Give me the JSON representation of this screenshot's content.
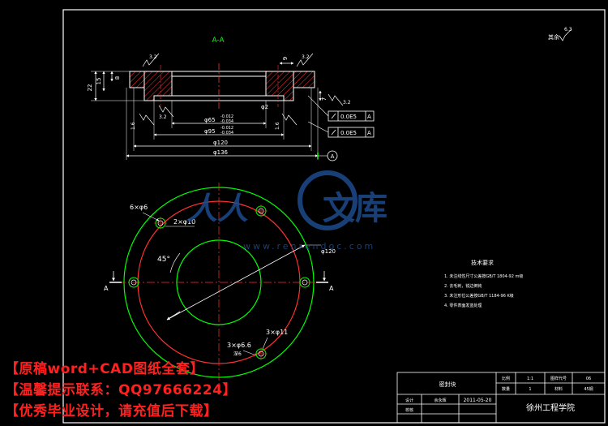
{
  "section_view": {
    "title": "A-A",
    "dims": {
      "h22": "22",
      "h15": "15",
      "h8": "8",
      "h7": "7",
      "d65": "φ65",
      "d65_tol_top": "-0.012",
      "d65_tol_bot": "-0.034",
      "d95": "φ95",
      "d95_tol_top": "-0.012",
      "d95_tol_bot": "-0.034",
      "d120": "φ120",
      "d136": "φ136",
      "phi2": "φ2",
      "w9": "9"
    },
    "roughness": [
      "3.2",
      "3.2",
      "3.2",
      "3.2",
      "1.6",
      "1.6"
    ],
    "tolerance_frames": [
      {
        "value": "0.0E5",
        "datum": "A"
      },
      {
        "value": "0.0E5",
        "datum": "A"
      }
    ],
    "datum_tag": "A"
  },
  "plan_view": {
    "labels": {
      "holes6": "6×φ6",
      "holes10": "2×φ10",
      "angle45": "45°",
      "d120": "φ120",
      "holes11": "3×φ11",
      "holes66": "3×φ6.6",
      "holes66_note": "深6",
      "sec_left": "A",
      "sec_right": "A"
    }
  },
  "top_right": {
    "label": "其余",
    "roughness": "6.3"
  },
  "tech_requirements": {
    "title": "技术要求",
    "lines": [
      "1. 未注线性尺寸公差按GB/T 1804-92 m级",
      "2. 去毛刺，锐边倒钝",
      "3. 未注形位公差按GB/T 1184-96 K级",
      "4. 零件表面发蓝处理"
    ]
  },
  "title_block": {
    "part_name": "密封块",
    "ratio_label": "比例",
    "ratio_value": "1:1",
    "drawing_no_label": "图样代号",
    "drawing_no": "06",
    "count_label": "数量",
    "count": "1",
    "material_label": "材料",
    "material": "45钢",
    "designer_label": "设计",
    "designer": "余永辉",
    "date": "2011-05-20",
    "checker_label": "校核",
    "school": "徐州工程学院"
  },
  "watermark": {
    "logo_text": "人人文库",
    "url": "www.renrendoc.com",
    "lines": [
      "【原稿word+CAD图纸全套】",
      "【温馨提示联系：QQ97666224】",
      "【优秀毕业设计，请充值后下载】"
    ]
  },
  "colors": {
    "background": "#000000",
    "white_line": "#ffffff",
    "green_line": "#00ff00",
    "red_line": "#ff3030",
    "watermark_blue": "#1e4a8c",
    "watermark_red": "#ff2020"
  }
}
